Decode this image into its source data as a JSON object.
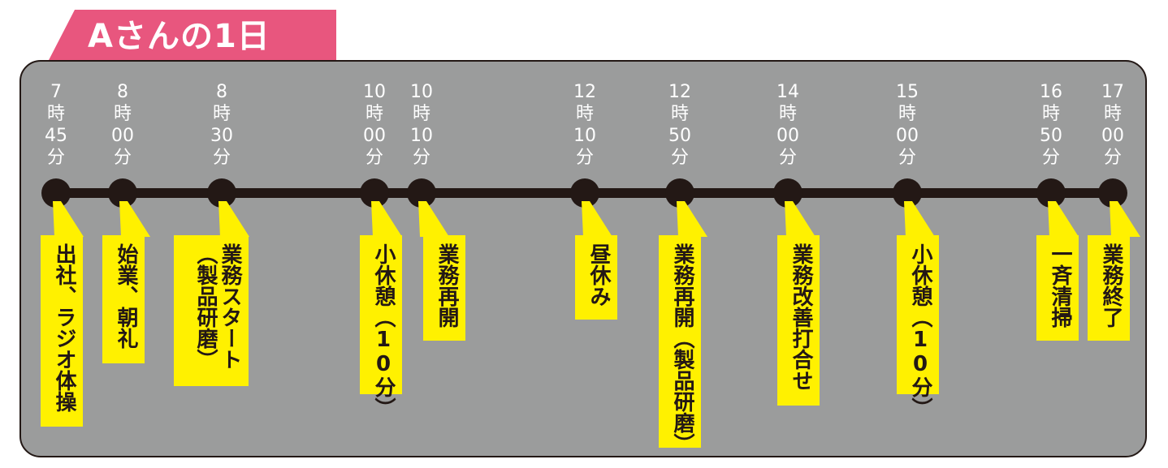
{
  "title": "Aさんの1日",
  "colors": {
    "tab": "#e8567e",
    "panel": "#9b9c9c",
    "line": "#231815",
    "box": "#fff100",
    "time_text": "#ffffff"
  },
  "chart_data": {
    "type": "timeline",
    "events": [
      {
        "hour": "7",
        "minute": "45",
        "lines": [
          "出社、ラジオ体操"
        ]
      },
      {
        "hour": "8",
        "minute": "00",
        "lines": [
          "始業、朝礼"
        ]
      },
      {
        "hour": "8",
        "minute": "30",
        "lines": [
          "業務スタート",
          "（製品研磨）"
        ]
      },
      {
        "hour": "10",
        "minute": "00",
        "lines": [
          "小休憩（10分）"
        ]
      },
      {
        "hour": "10",
        "minute": "10",
        "lines": [
          "業務再開"
        ]
      },
      {
        "hour": "12",
        "minute": "10",
        "lines": [
          "昼休み"
        ]
      },
      {
        "hour": "12",
        "minute": "50",
        "lines": [
          "業務再開（製品研磨）"
        ]
      },
      {
        "hour": "14",
        "minute": "00",
        "lines": [
          "業務改善打合せ"
        ]
      },
      {
        "hour": "15",
        "minute": "00",
        "lines": [
          "小休憩（10分）"
        ]
      },
      {
        "hour": "16",
        "minute": "50",
        "lines": [
          "一斉清掃"
        ]
      },
      {
        "hour": "17",
        "minute": "00",
        "lines": [
          "業務終了"
        ]
      }
    ],
    "time_units": {
      "hour": "時",
      "minute": "分"
    }
  }
}
